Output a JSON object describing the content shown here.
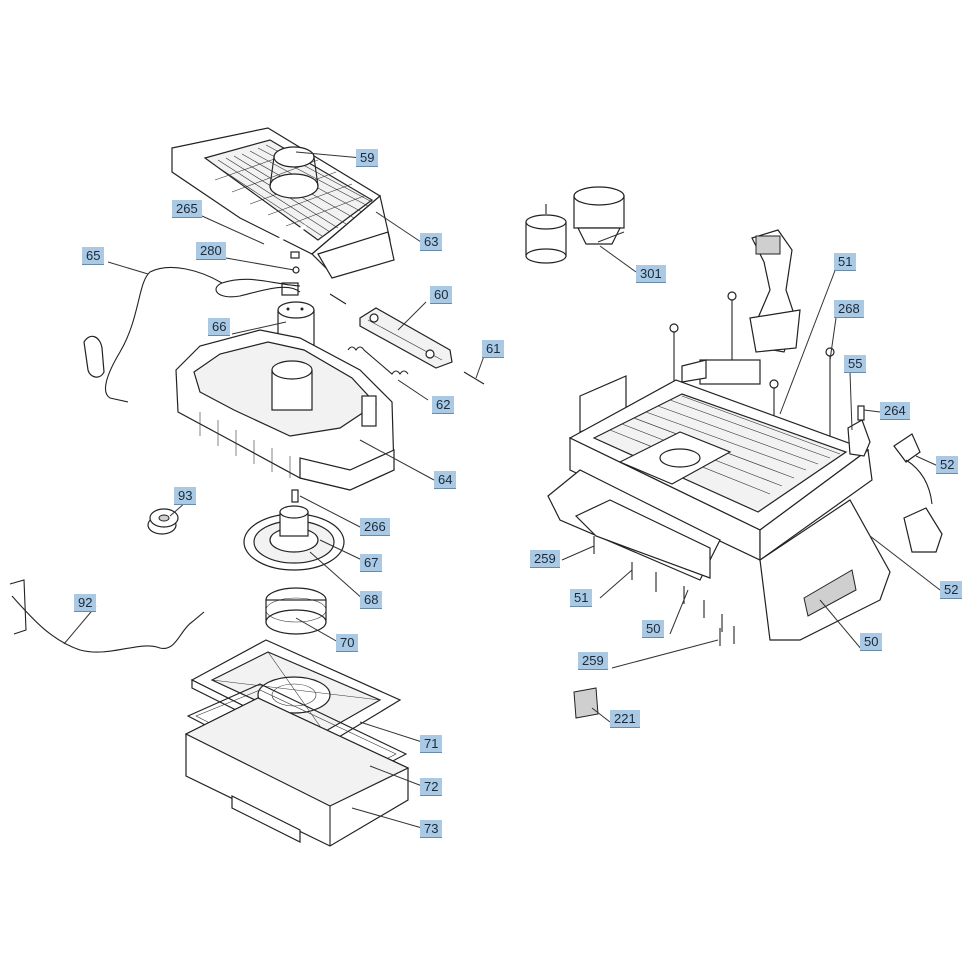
{
  "callouts": {
    "c59": "59",
    "c265": "265",
    "c63": "63",
    "c280": "280",
    "c65": "65",
    "c66": "66",
    "c60": "60",
    "c61": "61",
    "c62": "62",
    "c64": "64",
    "c93": "93",
    "c266": "266",
    "c67": "67",
    "c68": "68",
    "c92": "92",
    "c70": "70",
    "c71": "71",
    "c72": "72",
    "c73": "73",
    "c301": "301",
    "c51a": "51",
    "c268": "268",
    "c55": "55",
    "c264": "264",
    "c52a": "52",
    "c259a": "259",
    "c52b": "52",
    "c51b": "51",
    "c50a": "50",
    "c50b": "50",
    "c259b": "259",
    "c221": "221"
  }
}
